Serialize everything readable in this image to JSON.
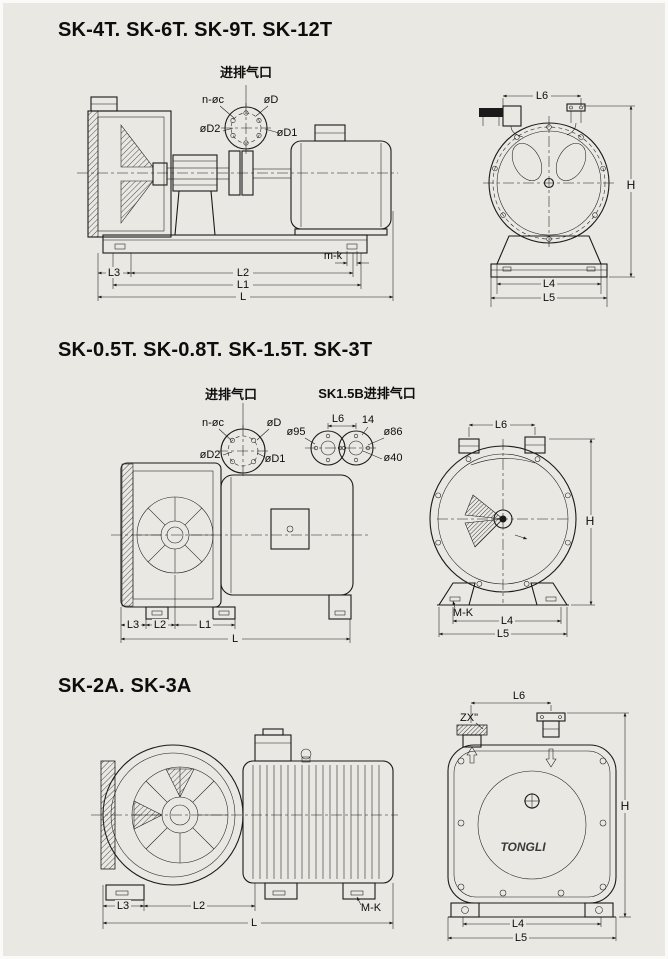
{
  "page": {
    "background": "#e9e8e2",
    "line_color": "#1a1a1a"
  },
  "sections": [
    {
      "title": "SK-4T. SK-6T. SK-9T. SK-12T",
      "side": {
        "port": "进排气口",
        "n_oc": "n-øc",
        "oD": "øD",
        "oD2": "øD2",
        "oD1": "øD1",
        "mk": "m-k",
        "L3": "L3",
        "L2": "L2",
        "L1": "L1",
        "L": "L"
      },
      "front": {
        "L6": "L6",
        "H": "H",
        "L4": "L4",
        "L5": "L5"
      }
    },
    {
      "title": "SK-0.5T. SK-0.8T. SK-1.5T. SK-3T",
      "side": {
        "port": "进排气口",
        "sk15b": "SK1.5B进排气口",
        "n_oc": "n-øc",
        "oD": "øD",
        "oD2": "øD2",
        "oD1": "øD1",
        "o95": "ø95",
        "L6d": "L6",
        "n14": "14",
        "o86": "ø86",
        "o40": "ø40",
        "L3": "L3",
        "L2": "L2",
        "L1": "L1",
        "L": "L"
      },
      "front": {
        "L6": "L6",
        "H": "H",
        "MK": "M-K",
        "L4": "L4",
        "L5": "L5"
      }
    },
    {
      "title": "SK-2A. SK-3A",
      "side": {
        "L3": "L3",
        "L2": "L2",
        "L": "L",
        "MK": "M-K"
      },
      "front": {
        "L6": "L6",
        "ZX": "ZX\"",
        "brand": "TONGLI",
        "H": "H",
        "L4": "L4",
        "L5": "L5"
      }
    }
  ]
}
